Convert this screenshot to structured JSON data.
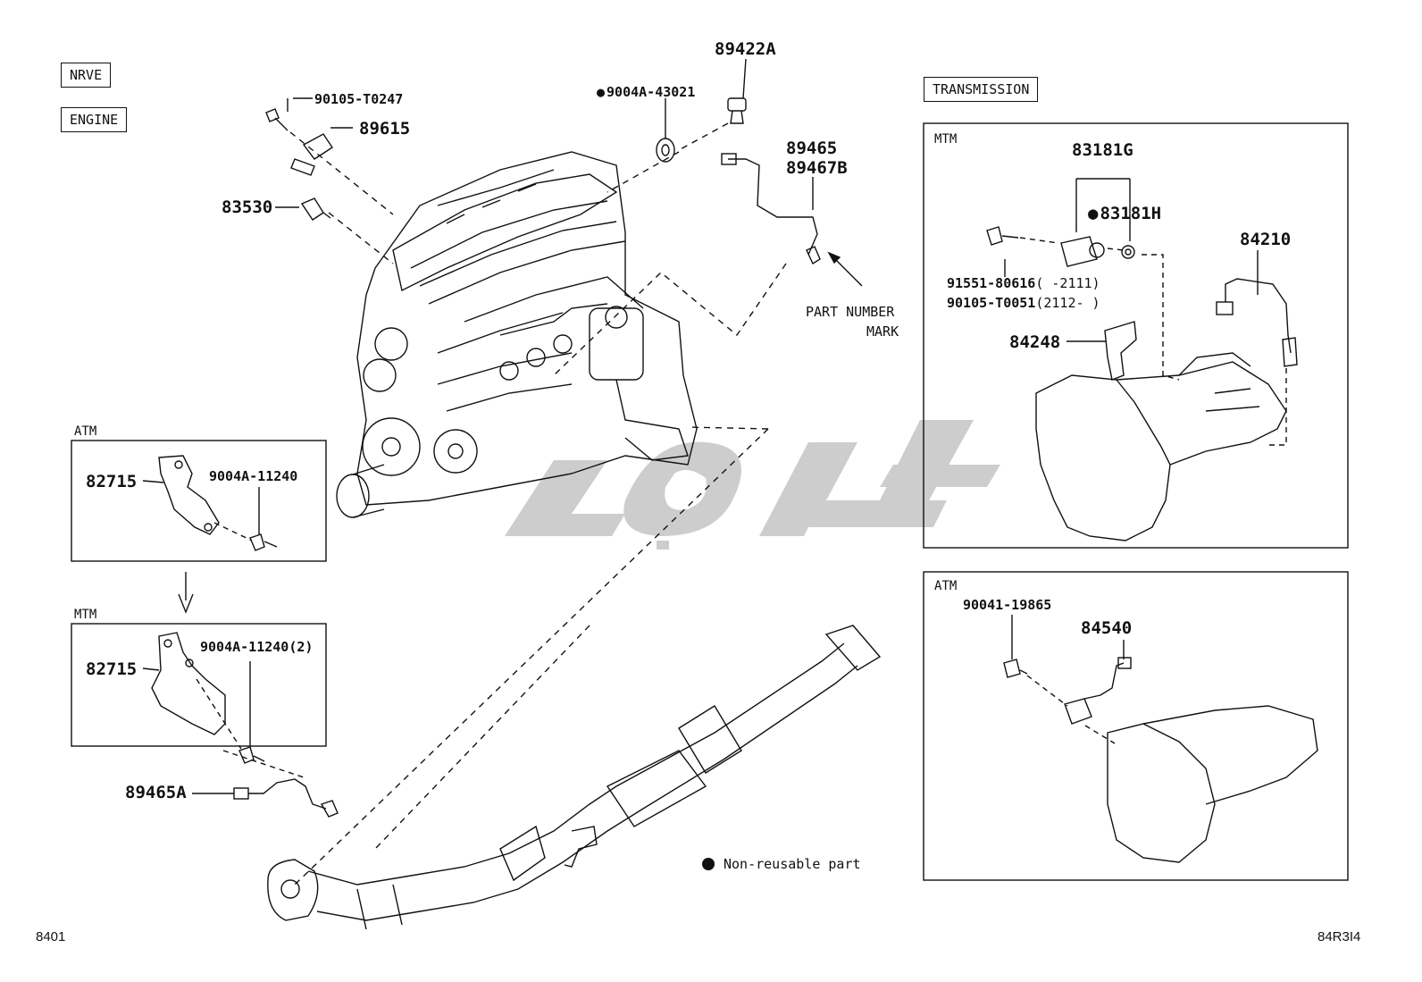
{
  "tags": {
    "nrve": "NRVE",
    "engine": "ENGINE",
    "transmission": "TRANSMISSION"
  },
  "sections": {
    "atm_top": "ATM",
    "mtm_left": "MTM",
    "mtm_right": "MTM",
    "atm_right": "ATM"
  },
  "parts": {
    "p89422A": "89422A",
    "p9004A_43021": "9004A-43021",
    "p90105_T0247": "90105-T0247",
    "p89615": "89615",
    "p89465": "89465",
    "p89467B": "89467B",
    "p83530": "83530",
    "p83181G": "83181G",
    "p83181H": "83181H",
    "p84210": "84210",
    "p91551_80616": "91551-80616",
    "p91551_range": "(      -2111)",
    "p90105_T0051": "90105-T0051",
    "p90105_range": "(2112-      )",
    "p84248": "84248",
    "p82715_atm": "82715",
    "p9004A_11240": "9004A-11240",
    "p82715_mtm": "82715",
    "p9004A_11240_2": "9004A-11240(2)",
    "p89465A": "89465A",
    "p90041_19865": "90041-19865",
    "p84540": "84540"
  },
  "notes": {
    "part_number_mark_1": "PART NUMBER",
    "part_number_mark_2": "MARK",
    "legend": "Non-reusable part"
  },
  "footer": {
    "left_code": "8401",
    "right_code": "84R3I4"
  },
  "colors": {
    "ink": "#111111",
    "watermark": "#c8c8c8"
  }
}
